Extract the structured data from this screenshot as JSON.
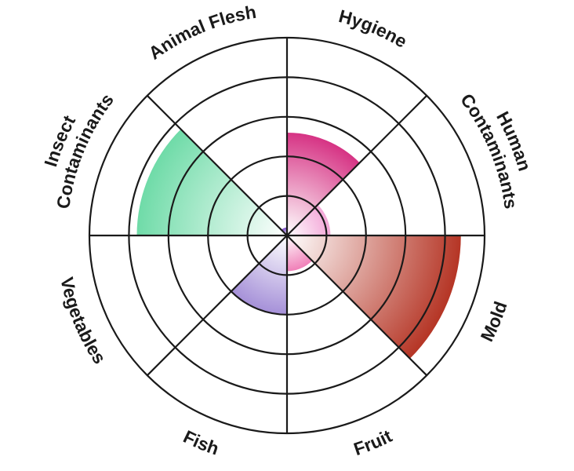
{
  "chart_data": {
    "type": "polar_area",
    "title": "",
    "categories": [
      "Hygiene",
      "Human Contaminants",
      "Mold",
      "Fruit",
      "Fish",
      "Vegetables",
      "Insect Contaminants",
      "Animal Flesh"
    ],
    "label_lines": [
      [
        "Hygiene"
      ],
      [
        "Human",
        "Contaminants"
      ],
      [
        "Mold"
      ],
      [
        "Fruit"
      ],
      [
        "Fish"
      ],
      [
        "Vegetables"
      ],
      [
        "Insect",
        "Contaminants"
      ],
      [
        "Animal Flesh"
      ]
    ],
    "values": [
      2.6,
      1.1,
      4.4,
      0.9,
      2.0,
      0,
      3.8,
      0.2
    ],
    "colors": [
      "#d63384",
      "#f3a8d8",
      "#b53525",
      "#f080b8",
      "#a590d8",
      "#cccccc",
      "#6fdba8",
      "#7a48c8"
    ],
    "rlim": [
      0,
      5
    ],
    "rings": [
      1,
      2,
      3,
      4,
      5
    ],
    "grid": true,
    "legend": "none"
  }
}
